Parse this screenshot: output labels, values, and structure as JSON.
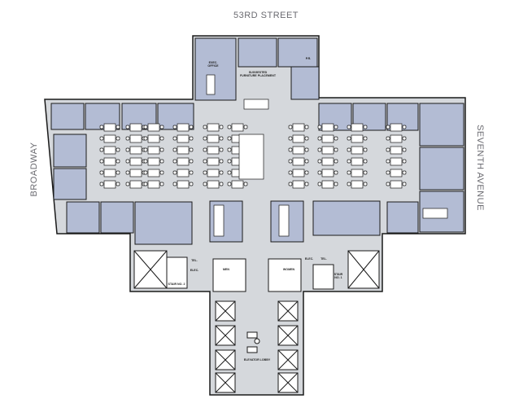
{
  "streets": {
    "north": "53RD STREET",
    "west": "BROADWAY",
    "east": "SEVENTH AVENUE"
  },
  "labels": {
    "exec_office_1": "EXEC.",
    "exec_office_2": "OFFICE",
    "furniture_1": "SUGGESTED",
    "furniture_2": "FURNITURE PLACEMENT",
    "pr": "P.R.",
    "men": "MEN",
    "women": "WOMEN",
    "tel_left": "TEL.",
    "elec_left": "ELEC.",
    "elec_right": "ELEC.",
    "tel_right": "TEL.",
    "stair_2": "STAIR NO. 2",
    "stair_1_a": "STAIR",
    "stair_1_b": "NO. 1",
    "elevator_lobby": "ELEVATOR LOBBY"
  },
  "colors": {
    "office": "#b3bcd4",
    "corridor": "#d5d8dc",
    "wall": "#1a1a1a"
  }
}
